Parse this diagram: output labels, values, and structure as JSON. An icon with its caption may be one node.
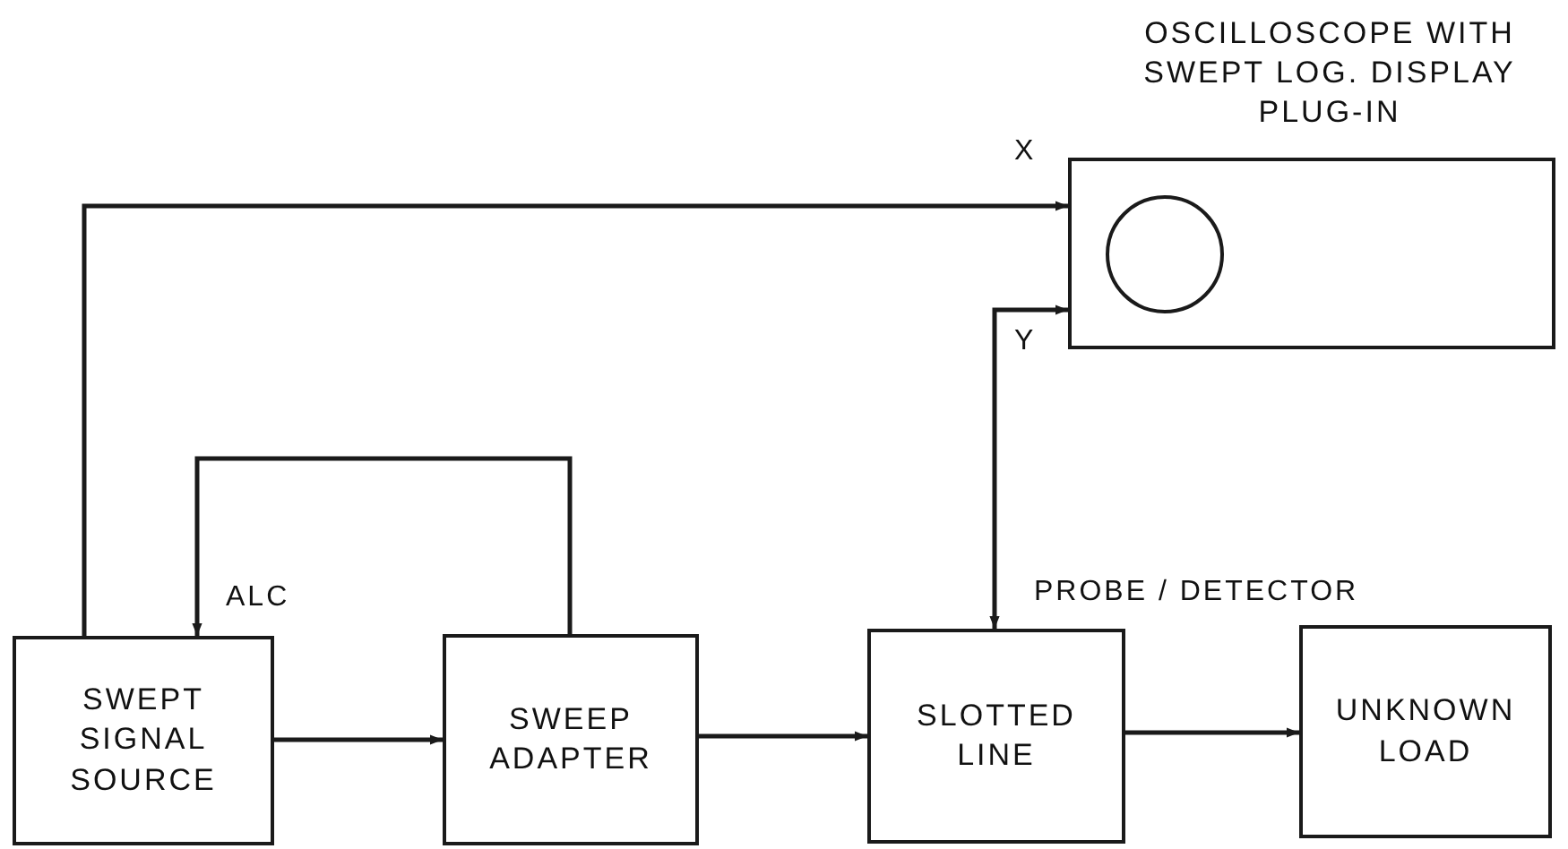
{
  "diagram": {
    "nodes": [
      {
        "text": [
          "OSCILLOSCOPE WITH SWEPT LOG. DISPLAY PLUG-IN"
        ]
      },
      {
        "text": [
          "SWEPT SIGNAL SOURCE"
        ]
      },
      {
        "text": [
          "SWEEP ADAPTER"
        ]
      },
      {
        "text": [
          "SLOTTED LINE"
        ],
        "beside": [
          "PROBE / DETECTOR"
        ]
      },
      {
        "text": [
          "UNKNOWN LOAD"
        ]
      }
    ],
    "edges": [
      {
        "from": 1,
        "to": 0,
        "arrow": "to",
        "label": "X"
      },
      {
        "from": 3,
        "to": 0,
        "arrow": "both",
        "label": "Y"
      },
      {
        "from": 2,
        "to": 1,
        "arrow": "to",
        "label": "ALC"
      },
      {
        "from": 1,
        "to": 2,
        "arrow": "to"
      },
      {
        "from": 2,
        "to": 3,
        "arrow": "to"
      },
      {
        "from": 3,
        "to": 4,
        "arrow": "to"
      }
    ]
  }
}
